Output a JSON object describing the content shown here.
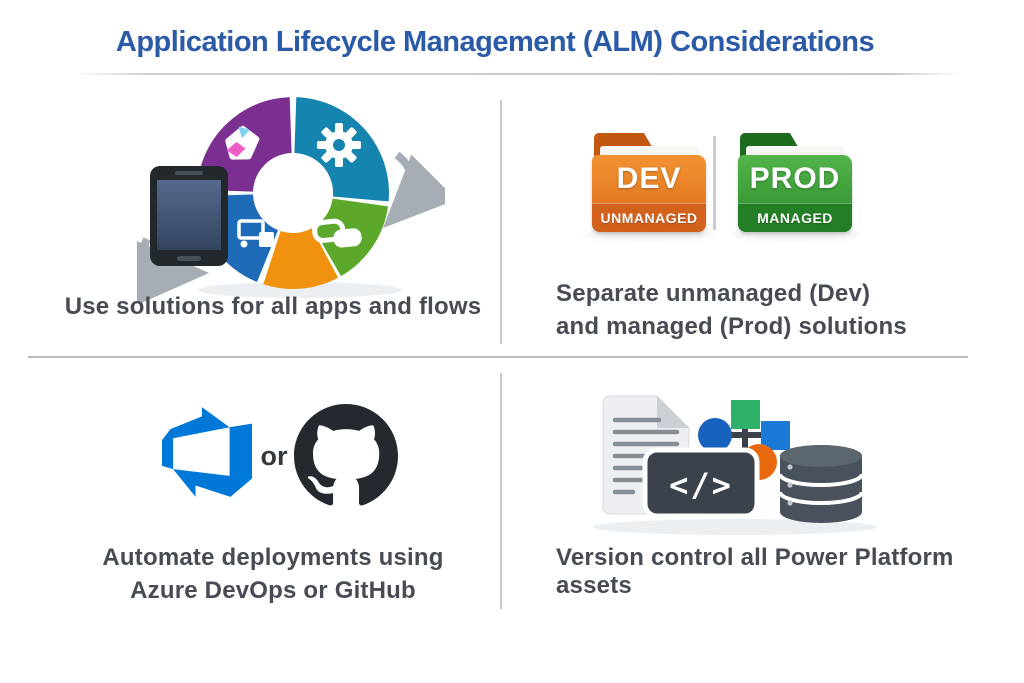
{
  "title": "Application Lifecycle Management (ALM) Considerations",
  "colors": {
    "title": "#2B5AA7",
    "caption": "#474C54",
    "divider": "#BFBFBF",
    "lifecycle": {
      "purple": "#7B3091",
      "teal": "#1584AE",
      "green": "#5CA82B",
      "orange": "#F0920F",
      "blue": "#1E6CB8"
    },
    "azure_devops": "#0078D7",
    "github": "#24292F"
  },
  "quadrants": {
    "solutions": {
      "caption": "Use solutions for all apps and flows"
    },
    "environments": {
      "caption_line1": "Separate unmanaged (Dev)",
      "caption_line2": "and managed (Prod) solutions",
      "dev_folder": {
        "label": "DEV",
        "sublabel": "UNMANAGED",
        "color": "#E5761F"
      },
      "prod_folder": {
        "label": "PROD",
        "sublabel": "MANAGED",
        "color": "#2F9434"
      }
    },
    "automation": {
      "caption_line1": "Automate deployments using",
      "caption_line2": "Azure DevOps or GitHub",
      "separator": "or"
    },
    "version_control": {
      "caption": "Version control all Power Platform assets",
      "code_glyph": "</>"
    }
  }
}
